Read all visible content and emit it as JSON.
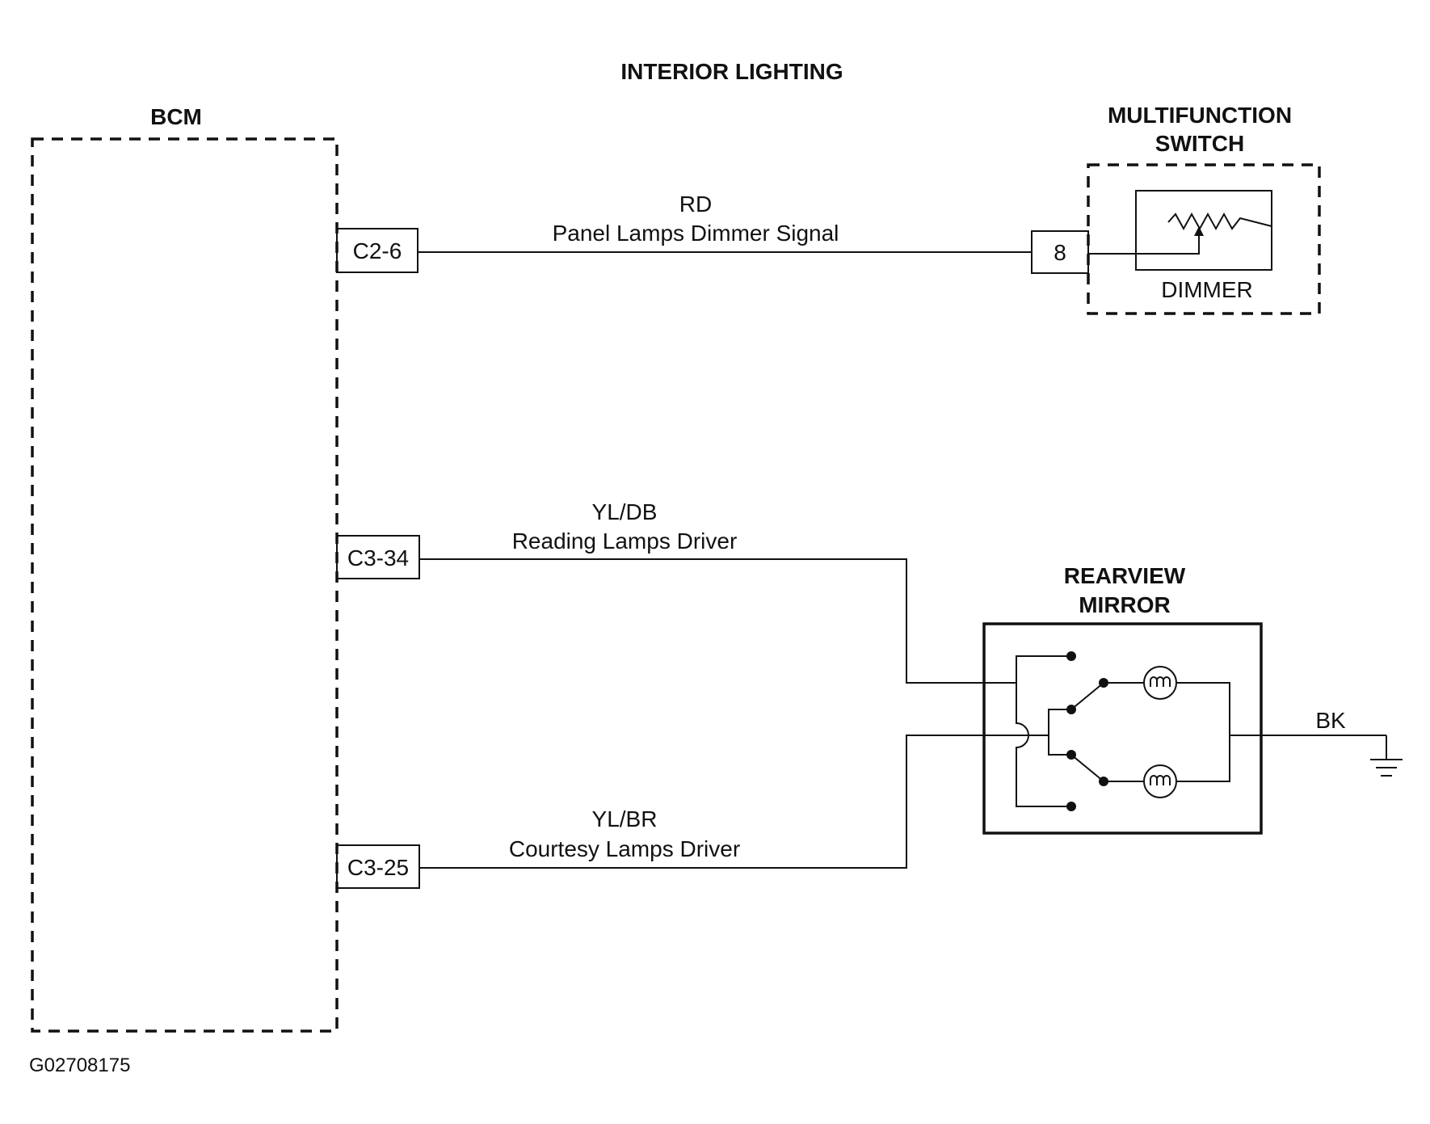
{
  "title": "INTERIOR LIGHTING",
  "figure_id": "G02708175",
  "bcm": {
    "label": "BCM"
  },
  "multifunction_switch": {
    "label_line1": "MULTIFUNCTION",
    "label_line2": "SWITCH",
    "dimmer_label": "DIMMER",
    "pin": "8"
  },
  "rearview_mirror": {
    "label_line1": "REARVIEW",
    "label_line2": "MIRROR"
  },
  "ground": {
    "wire_color": "BK"
  },
  "circuits": [
    {
      "connector": "C2-6",
      "wire_color": "RD",
      "function": "Panel Lamps Dimmer Signal"
    },
    {
      "connector": "C3-34",
      "wire_color": "YL/DB",
      "function": "Reading Lamps Driver"
    },
    {
      "connector": "C3-25",
      "wire_color": "YL/BR",
      "function": "Courtesy Lamps Driver"
    }
  ]
}
